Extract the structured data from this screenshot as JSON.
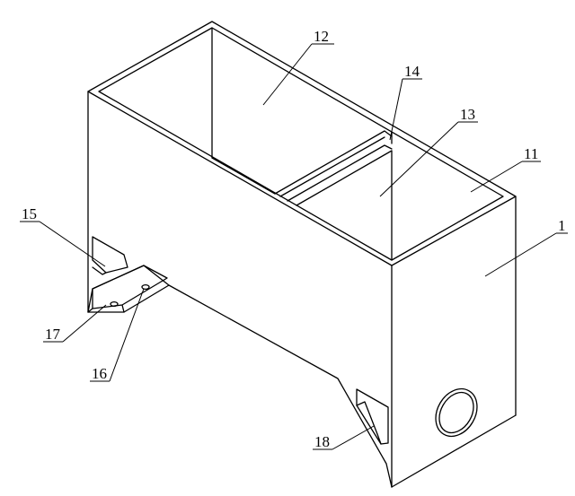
{
  "labels": {
    "l1": "1",
    "l11": "11",
    "l12": "12",
    "l13": "13",
    "l14": "14",
    "l15": "15",
    "l16": "16",
    "l17": "17",
    "l18": "18"
  }
}
